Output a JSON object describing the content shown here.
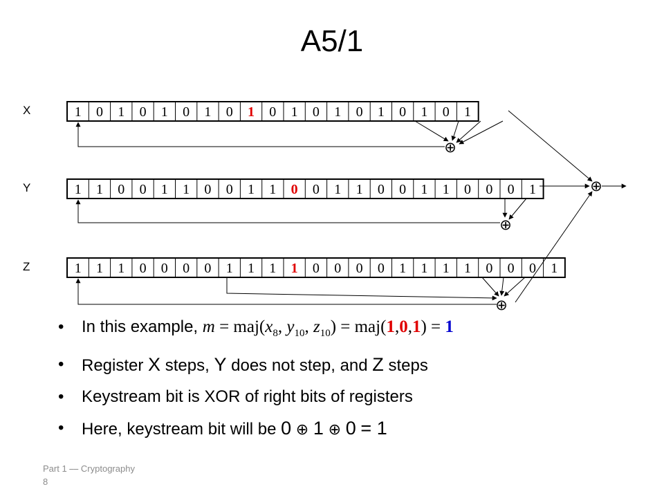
{
  "title": "A5/1",
  "registers": [
    {
      "label": "X",
      "bits": [
        "1",
        "0",
        "1",
        "0",
        "1",
        "0",
        "1",
        "0",
        "1",
        "0",
        "1",
        "0",
        "1",
        "0",
        "1",
        "0",
        "1",
        "0",
        "1"
      ],
      "highlight_index": 8
    },
    {
      "label": "Y",
      "bits": [
        "1",
        "1",
        "0",
        "0",
        "1",
        "1",
        "0",
        "0",
        "1",
        "1",
        "0",
        "0",
        "1",
        "1",
        "0",
        "0",
        "1",
        "1",
        "0",
        "0",
        "0",
        "1"
      ],
      "highlight_index": 10
    },
    {
      "label": "Z",
      "bits": [
        "1",
        "1",
        "1",
        "0",
        "0",
        "0",
        "0",
        "1",
        "1",
        "1",
        "1",
        "0",
        "0",
        "0",
        "0",
        "1",
        "1",
        "1",
        "1",
        "0",
        "0",
        "0",
        "1"
      ],
      "highlight_index": 10
    }
  ],
  "xor_symbol": "⊕",
  "bullets": {
    "b1": {
      "prefix": "In this example, ",
      "m": "m",
      "eq1": " = maj(",
      "x": "x",
      "x_sub": "8",
      "sep1": ", ",
      "y": "y",
      "y_sub": "10",
      "sep2": ", ",
      "z": "z",
      "z_sub": "10",
      "eq2": ") = maj(",
      "v1": "1",
      "c1": ",",
      "v2": "0",
      "c2": ",",
      "v3": "1",
      "eq3": ") = ",
      "result": "1"
    },
    "b2": {
      "p1": "Register ",
      "x": "X",
      "p2": " steps, ",
      "y": "Y",
      "p3": " does not step, and ",
      "z": "Z",
      "p4": " steps"
    },
    "b3": {
      "text": "Keystream bit is XOR of right bits of registers"
    },
    "b4": {
      "prefix": "Here, keystream bit will be ",
      "a": "0",
      "op1": "⊕",
      "b": "1",
      "op2": "⊕",
      "c": "0",
      "eq": "= 1"
    }
  },
  "footer": {
    "line1": "Part 1 ⎯⎯ Cryptography",
    "line2": "8"
  }
}
